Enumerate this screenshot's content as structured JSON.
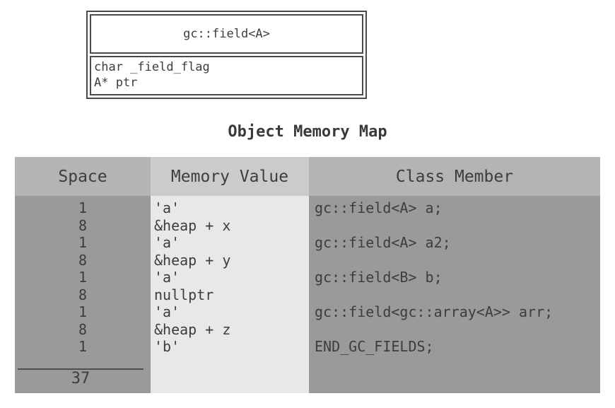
{
  "class_box": {
    "title": "gc::field<A>",
    "members": [
      "char _field_flag",
      "A* ptr"
    ]
  },
  "memory_map": {
    "title": "Object Memory Map",
    "columns": {
      "space": "Space",
      "value": "Memory Value",
      "member": "Class Member"
    },
    "rows": [
      {
        "space": "1",
        "value": "'a'",
        "member": "gc::field<A> a;"
      },
      {
        "space": "8",
        "value": "&heap + x",
        "member": ""
      },
      {
        "space": "1",
        "value": "'a'",
        "member": "gc::field<A> a2;"
      },
      {
        "space": "8",
        "value": "&heap + y",
        "member": ""
      },
      {
        "space": "1",
        "value": "'a'",
        "member": "gc::field<B> b;"
      },
      {
        "space": "8",
        "value": "nullptr",
        "member": ""
      },
      {
        "space": "1",
        "value": "'a'",
        "member": "gc::field<gc::array<A>> arr;"
      },
      {
        "space": "8",
        "value": "&heap + z",
        "member": ""
      },
      {
        "space": "1",
        "value": "'b'",
        "member": "END_GC_FIELDS;"
      }
    ],
    "total": "37"
  },
  "colors": {
    "header_gray": "#b4b4b4",
    "header_light": "#cbcbcb",
    "body_gray": "#9a9a9a",
    "body_light": "#e8e8e8",
    "border": "#4a4a4a",
    "text": "#3d3d3d"
  }
}
